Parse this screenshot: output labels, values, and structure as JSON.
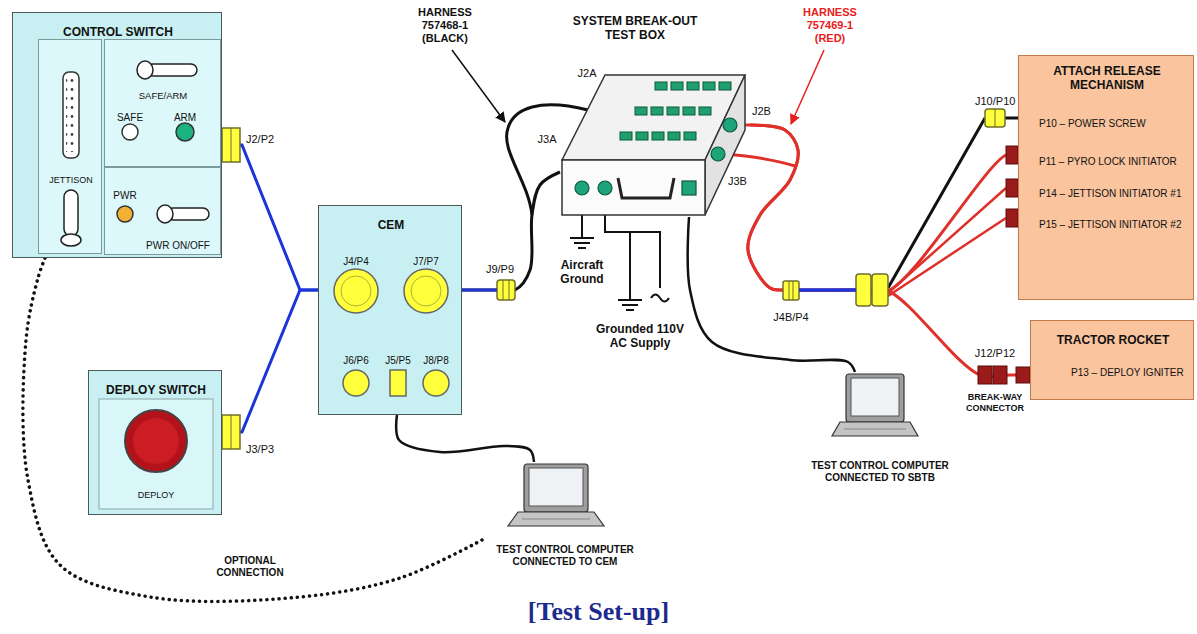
{
  "diagram": {
    "caption": "[Test Set-up]",
    "nodes": [
      {
        "text": [
          "CONTROL SWITCH"
        ]
      },
      {
        "text": [
          "JETTISON"
        ],
        "in": 0
      },
      {
        "text": [
          "SAFE/ARM",
          "SAFE",
          "ARM"
        ],
        "in": 0
      },
      {
        "text": [
          "PWR",
          "PWR ON/OFF"
        ],
        "in": 0
      },
      {
        "text": [
          "DEPLOY SWITCH",
          "DEPLOY"
        ]
      },
      {
        "text": [
          "CEM",
          "J4/P4",
          "J7/P7",
          "J6/P6",
          "J5/P5",
          "J8/P8"
        ]
      },
      {
        "text": [
          "SYSTEM BREAK-OUT TEST BOX"
        ]
      },
      {
        "text": [
          "ATTACH RELEASE MECHANISM",
          "P10 – POWER SCREW",
          "P11 – PYRO LOCK INITIATOR",
          "P14 – JETTISON INITIATOR #1",
          "P15 – JETTISON INITIATOR #2"
        ]
      },
      {
        "text": [
          "TRACTOR ROCKET",
          "P13 – DEPLOY IGNITER"
        ]
      },
      {
        "text": [
          "TEST CONTROL COMPUTER CONNECTED TO CEM"
        ]
      },
      {
        "text": [
          "TEST CONTROL COMPUTER CONNECTED TO SBTB"
        ]
      }
    ],
    "edges": [
      {
        "from": 0,
        "to": 5,
        "arrow": "none"
      },
      {
        "from": 4,
        "to": 5,
        "arrow": "none"
      },
      {
        "from": 5,
        "to": 6,
        "arrow": "none"
      },
      {
        "from": 5,
        "to": 9,
        "arrow": "none"
      },
      {
        "from": 6,
        "to": 10,
        "arrow": "none"
      },
      {
        "from": 6,
        "to": 7,
        "arrow": "none"
      },
      {
        "from": 6,
        "to": 8,
        "arrow": "none"
      },
      {
        "from": 9,
        "to": 0,
        "label": "OPTIONAL CONNECTION",
        "arrow": "none"
      }
    ],
    "labels": [
      "J2/P2",
      "J3/P3",
      "HARNESS 757468-1 (BLACK)",
      "J9/P9",
      "J2A",
      "J3A",
      "J2B",
      "J3B",
      "HARNESS 757469-1 (RED)",
      "Aircraft Ground",
      "Grounded 110V AC Supply",
      "J4B/P4",
      "J10/P10",
      "J12/P12",
      "BREAK-WAY CONNECTOR"
    ]
  }
}
